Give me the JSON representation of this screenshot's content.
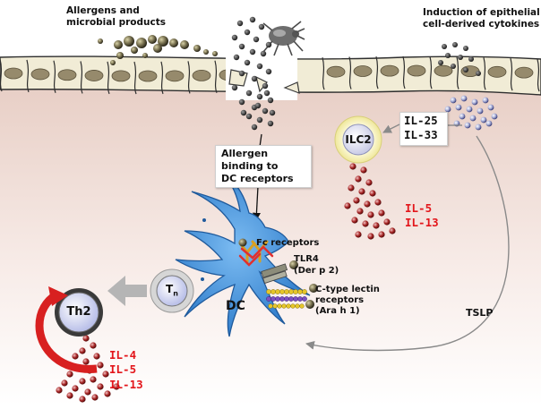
{
  "labels": {
    "allergens": [
      "Allergens and",
      "microbial products"
    ],
    "induction": [
      "Induction of  epithelial",
      "cell-derived cytokines"
    ],
    "allergen_binding": [
      "Allergen",
      "binding to",
      "DC receptors"
    ],
    "il25": "IL-25",
    "il33": "IL-33",
    "ilc2": "ILC2",
    "ilc2_cytokines": [
      "IL-5",
      "IL-13"
    ],
    "fc_receptors": "Fc receptors",
    "tlr4": [
      "TLR4",
      "(Der p 2)"
    ],
    "ctype": [
      "C-type lectin",
      "receptors",
      "(Ara h 1)"
    ],
    "tslp": "TSLP",
    "dc": "DC",
    "th2": "Th2",
    "tn": "T",
    "tn_sub": "n",
    "th2_cytokines": [
      "IL-4",
      "IL-5",
      "IL-13"
    ]
  },
  "colors": {
    "mucosa_gradient_top": "#e8cfc6",
    "mucosa_gradient_bottom": "#ffffff",
    "epithelium_fill": "#f1ecd6",
    "nucleus": "#968a6c",
    "dc_body": "#3b8ad9",
    "ilc2_ring": "#f4f0a8",
    "cytokine_red": "#e3161b",
    "granule": "#9e1a1a",
    "arrow_red": "#d82020"
  }
}
